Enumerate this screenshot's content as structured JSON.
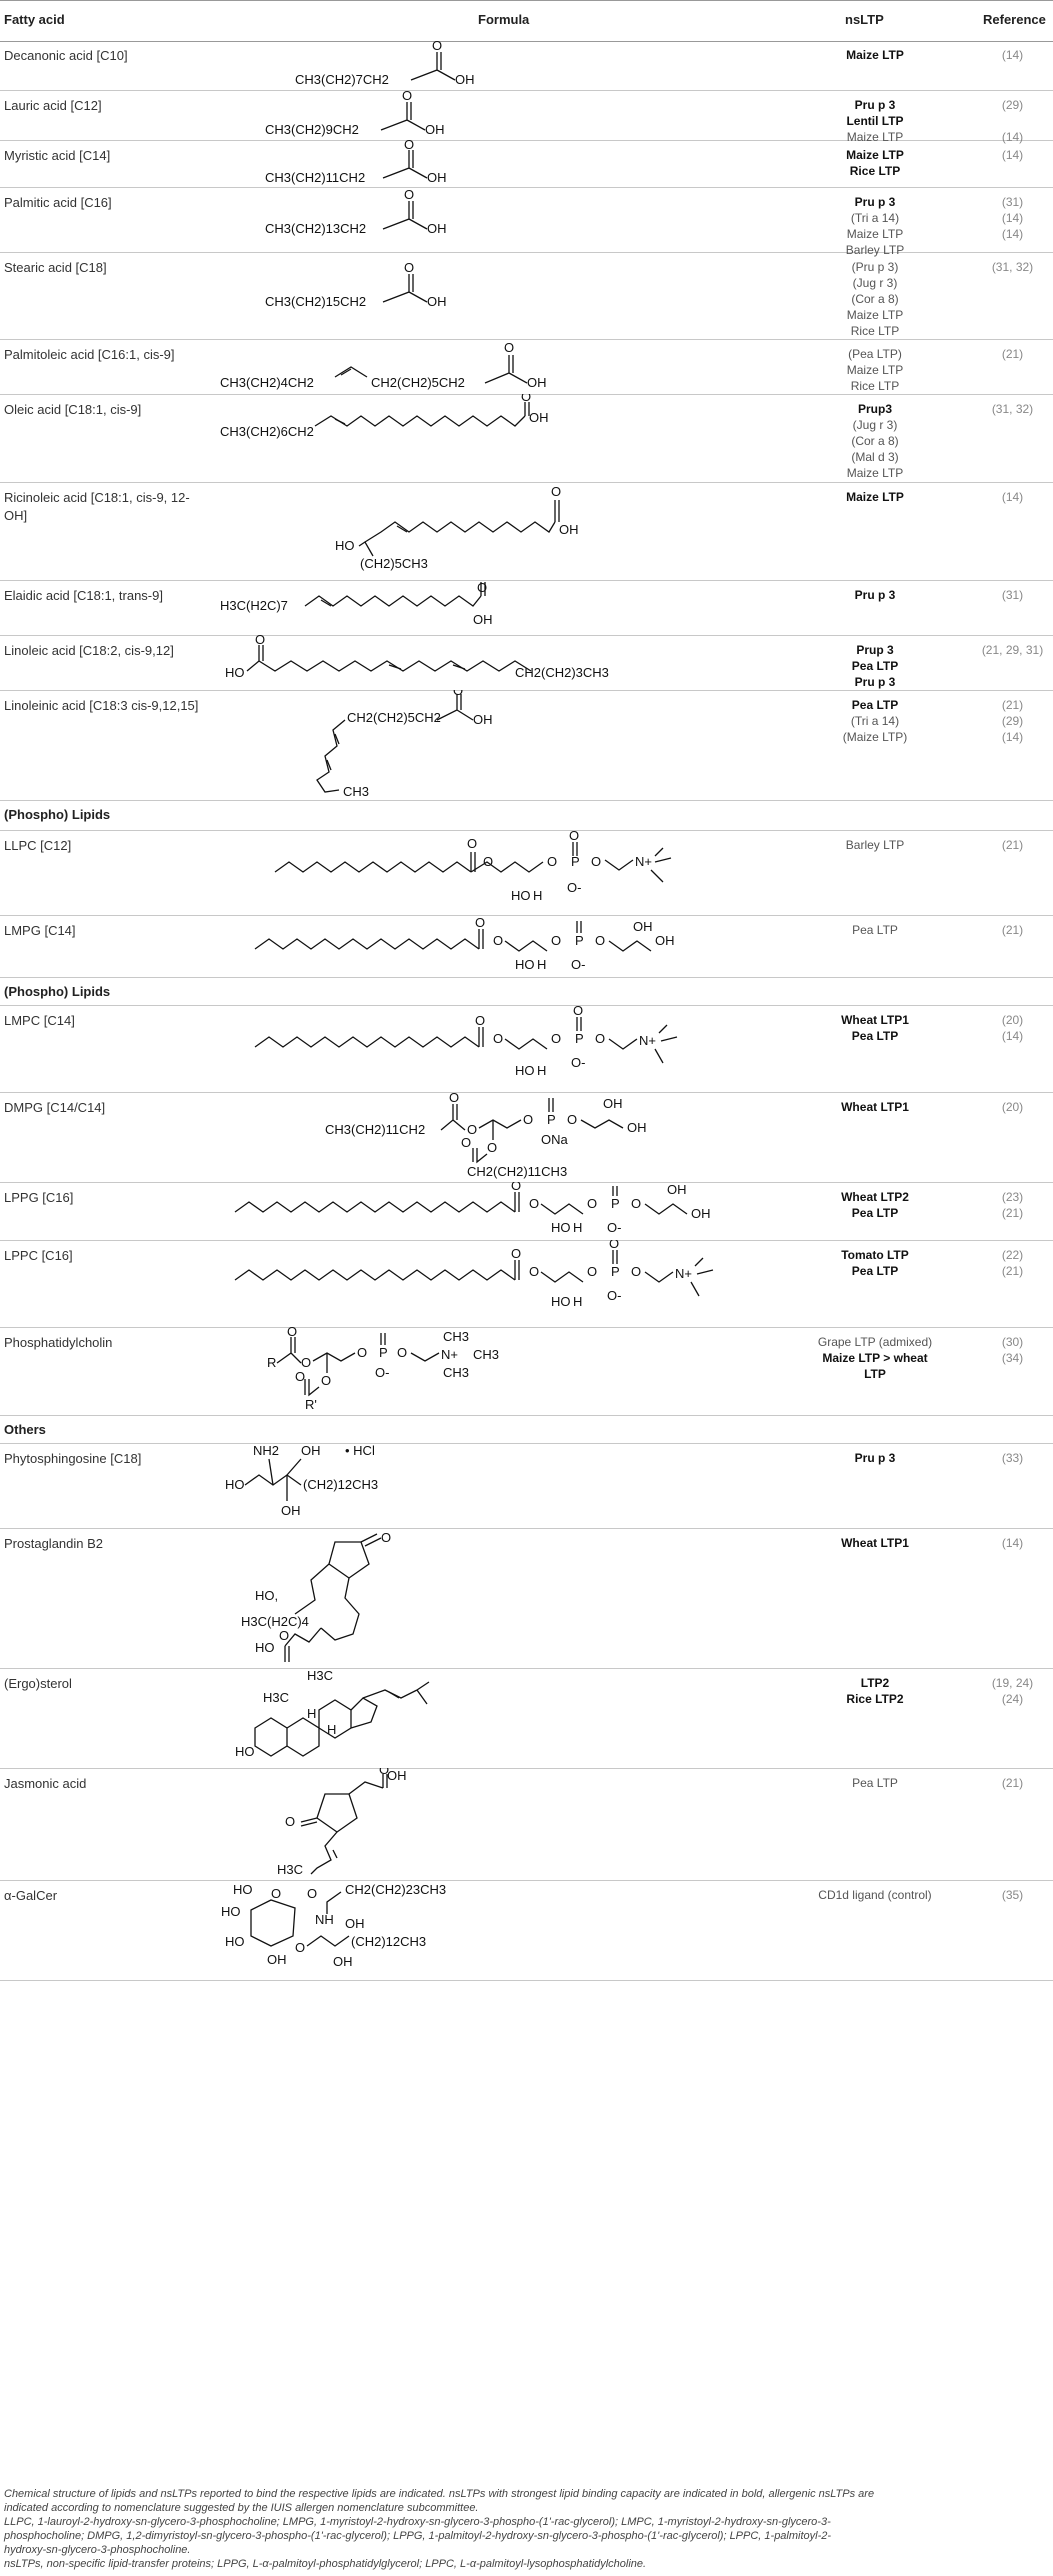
{
  "header": {
    "fatty_acid": "Fatty acid",
    "formula": "Formula",
    "nsltp": "nsLTP",
    "reference": "Reference"
  },
  "rows": [
    {
      "name": "Decanonic acid [C10]",
      "nsltp": [
        {
          "t": "Maize LTP",
          "b": true
        }
      ],
      "refs": [
        "(14)"
      ]
    },
    {
      "name": "Lauric acid [C12]",
      "nsltp": [
        {
          "t": "Pru p 3",
          "b": true
        },
        {
          "t": "Lentil LTP",
          "b": true
        },
        {
          "t": "Maize LTP",
          "b": false
        }
      ],
      "refs": [
        "(29)",
        "",
        "(14)"
      ]
    },
    {
      "name": "Myristic acid [C14]",
      "nsltp": [
        {
          "t": "Maize LTP",
          "b": true
        },
        {
          "t": "Rice LTP",
          "b": true
        }
      ],
      "refs": [
        "(14)"
      ]
    },
    {
      "name": "Palmitic acid [C16]",
      "nsltp": [
        {
          "t": "Pru p 3",
          "b": true
        },
        {
          "t": "(Tri a 14)",
          "b": false
        },
        {
          "t": "Maize LTP",
          "b": false
        },
        {
          "t": "Barley LTP",
          "b": false
        }
      ],
      "refs": [
        "(31)",
        "(14)",
        "(14)"
      ]
    },
    {
      "name": "Stearic acid [C18]",
      "nsltp": [
        {
          "t": "(Pru p 3)",
          "b": false
        },
        {
          "t": "(Jug r 3)",
          "b": false
        },
        {
          "t": "(Cor a 8)",
          "b": false
        },
        {
          "t": "Maize LTP",
          "b": false
        },
        {
          "t": "Rice LTP",
          "b": false
        }
      ],
      "refs": [
        "(31, 32)"
      ]
    },
    {
      "name": "Palmitoleic acid [C16:1, cis-9]",
      "nsltp": [
        {
          "t": "(Pea LTP)",
          "b": false
        },
        {
          "t": "Maize LTP",
          "b": false
        },
        {
          "t": "Rice LTP",
          "b": false
        }
      ],
      "refs": [
        "(21)"
      ]
    },
    {
      "name": "Oleic acid [C18:1, cis-9]",
      "nsltp": [
        {
          "t": "Prup3",
          "b": true
        },
        {
          "t": "(Jug r 3)",
          "b": false
        },
        {
          "t": "(Cor a 8)",
          "b": false
        },
        {
          "t": "(Mal d 3)",
          "b": false
        },
        {
          "t": "Maize LTP",
          "b": false
        }
      ],
      "refs": [
        "(31, 32)"
      ]
    },
    {
      "name": "Ricinoleic acid [C18:1, cis-9, 12-OH]",
      "nsltp": [
        {
          "t": "Maize LTP",
          "b": true
        }
      ],
      "refs": [
        "(14)"
      ]
    },
    {
      "name": "Elaidic acid [C18:1, trans-9]",
      "nsltp": [
        {
          "t": "Pru p 3",
          "b": true
        }
      ],
      "refs": [
        "(31)"
      ]
    },
    {
      "name": "Linoleic acid [C18:2, cis-9,12]",
      "nsltp": [
        {
          "t": "Prup 3",
          "b": true
        },
        {
          "t": "Pea LTP",
          "b": true
        },
        {
          "t": "Pru p 3",
          "b": true
        }
      ],
      "refs": [
        "(21, 29, 31)"
      ]
    },
    {
      "name": "Linoleinic acid [C18:3 cis-9,12,15]",
      "nsltp": [
        {
          "t": "Pea LTP",
          "b": true
        },
        {
          "t": "(Tri a 14)",
          "b": false
        },
        {
          "t": "(Maize LTP)",
          "b": false
        }
      ],
      "refs": [
        "(21)",
        "(29)",
        "(14)"
      ]
    },
    {
      "name": "LLPC [C12]",
      "nsltp": [
        {
          "t": "Barley LTP",
          "b": false
        }
      ],
      "refs": [
        "(21)"
      ]
    },
    {
      "name": "LMPG [C14]",
      "nsltp": [
        {
          "t": "Pea LTP",
          "b": false
        }
      ],
      "refs": [
        "(21)"
      ]
    },
    {
      "name": "LMPC [C14]",
      "nsltp": [
        {
          "t": "Wheat LTP1",
          "b": true
        },
        {
          "t": "Pea LTP",
          "b": true
        }
      ],
      "refs": [
        "(20)",
        "(14)"
      ]
    },
    {
      "name": "DMPG [C14/C14]",
      "nsltp": [
        {
          "t": "Wheat LTP1",
          "b": true
        }
      ],
      "refs": [
        "(20)"
      ]
    },
    {
      "name": "LPPG [C16]",
      "nsltp": [
        {
          "t": "Wheat LTP2",
          "b": true
        },
        {
          "t": "Pea LTP",
          "b": true
        }
      ],
      "refs": [
        "(23)",
        "(21)"
      ]
    },
    {
      "name": "LPPC [C16]",
      "nsltp": [
        {
          "t": "Tomato LTP",
          "b": true
        },
        {
          "t": "Pea LTP",
          "b": true
        }
      ],
      "refs": [
        "(22)",
        "(21)"
      ]
    },
    {
      "name": "Phosphatidylcholin",
      "nsltp": [
        {
          "t": "Grape LTP (admixed)",
          "b": false
        },
        {
          "t": "Maize LTP > wheat",
          "b": true
        },
        {
          "t": "LTP",
          "b": true
        }
      ],
      "refs": [
        "(30)",
        "(34)"
      ]
    },
    {
      "name": "Phytosphingosine [C18]",
      "nsltp": [
        {
          "t": "Pru p 3",
          "b": true
        }
      ],
      "refs": [
        "(33)"
      ]
    },
    {
      "name": "Prostaglandin B2",
      "nsltp": [
        {
          "t": "Wheat LTP1",
          "b": true
        }
      ],
      "refs": [
        "(14)"
      ]
    },
    {
      "name": "(Ergo)sterol",
      "nsltp": [
        {
          "t": "LTP2",
          "b": true
        },
        {
          "t": "Rice LTP2",
          "b": true
        }
      ],
      "refs": [
        "(19, 24)",
        "(24)"
      ]
    },
    {
      "name": "Jasmonic acid",
      "nsltp": [
        {
          "t": "Pea LTP",
          "b": false
        }
      ],
      "refs": [
        "(21)"
      ]
    },
    {
      "name": "α-GalCer",
      "nsltp": [
        {
          "t": "CD1d ligand (control)",
          "b": false
        }
      ],
      "refs": [
        "(35)"
      ]
    }
  ],
  "sections": {
    "phospho1": "(Phospho) Lipids",
    "phospho2": "(Phospho) Lipids",
    "others": "Others"
  },
  "formula_labels": {
    "c10": "CH3(CH2)7CH2",
    "c12": "CH3(CH2)9CH2",
    "c14": "CH3(CH2)11CH2",
    "c16": "CH3(CH2)13CH2",
    "c18": "CH3(CH2)15CH2",
    "palm_left": "CH3(CH2)4CH2",
    "palm_right": "CH2(CH2)5CH2",
    "oleic_left": "CH3(CH2)6CH2",
    "ricin_tail": "(CH2)5CH3",
    "elaidic_left": "H3C(H2C)7",
    "linoleic_right": "CH2(CH2)3CH3",
    "linolenic_top": "CH2(CH2)5CH2",
    "linolenic_end": "CH3",
    "dmpg_top": "CH3(CH2)11CH2",
    "dmpg_bottom": "CH2(CH2)11CH3",
    "pg_tail": "(CH2)12CH3",
    "prost_left": "H3C(H2C)4",
    "hcl": "• HCl",
    "galcer_top": "CH2(CH2)23CH3",
    "galcer_bottom": "(CH2)12CH3",
    "o": "O",
    "oh": "OH",
    "ho": "HO",
    "h": "H",
    "p": "P",
    "ona": "ONa",
    "nh": "NH",
    "nh2": "NH2",
    "n_plus": "N+",
    "ch3": "CH3",
    "r": "R",
    "r_prime": "R'",
    "h3c": "H3C",
    "o_minus": "O-",
    "ho_prime": "HO,"
  },
  "footnote": {
    "line1": "Chemical structure of lipids and nsLTPs reported to bind the respective lipids are indicated. nsLTPs with strongest lipid binding capacity are indicated in bold, allergenic nsLTPs are",
    "line2": "indicated according to nomenclature suggested by the IUIS allergen nomenclature subcommittee.",
    "line3": "LLPC, 1-lauroyl-2-hydroxy-sn-glycero-3-phosphocholine; LMPG, 1-myristoyl-2-hydroxy-sn-glycero-3-phospho-(1'-rac-glycerol); LMPC, 1-myristoyl-2-hydroxy-sn-glycero-3-",
    "line4": "phosphocholine; DMPG, 1,2-dimyristoyl-sn-glycero-3-phospho-(1'-rac-glycerol); LPPG, 1-palmitoyl-2-hydroxy-sn-glycero-3-phospho-(1'-rac-glycerol); LPPC, 1-palmitoyl-2-",
    "line5": "hydroxy-sn-glycero-3-phosphocholine.",
    "line6": "nsLTPs, non-specific lipid-transfer proteins; LPPG, L-α-palmitoyl-phosphatidylglycerol; LPPC, L-α-palmitoyl-lysophosphatidylcholine."
  }
}
